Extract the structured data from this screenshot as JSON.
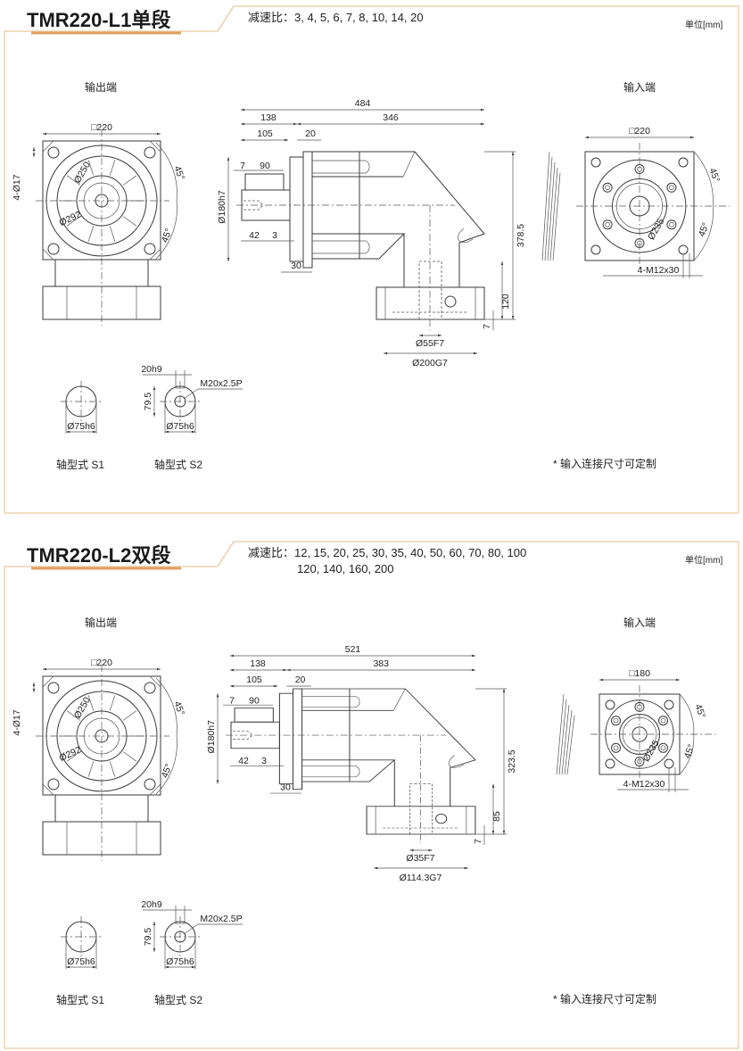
{
  "colors": {
    "frame": "#ebcaa0",
    "accent": "#e0a060",
    "line": "#3a3a3a"
  },
  "sections": [
    {
      "title": "TMR220-L1单段",
      "ratio_line1": "减速比：3, 4, 5, 6, 7, 8, 10, 14, 20",
      "ratio_line2": "",
      "unit": "单位[mm]",
      "output_label": "输出端",
      "input_label": "输入端",
      "output_view": {
        "square": "□220",
        "holes": "4-Ø17",
        "pcd": "Ø250",
        "flange": "Ø292",
        "angle_top": "45°",
        "angle_bottom": "45°"
      },
      "side_view": {
        "total": "484",
        "front": "138",
        "rear": "346",
        "shaft_len": "105",
        "flange_step": "20",
        "key_offset": "7",
        "key_len": "90",
        "pilot": "Ø180h7",
        "shaft_a": "42",
        "shaft_b": "3",
        "flange_thk": "30",
        "height": "378.5",
        "input_height": "120",
        "input_step": "7",
        "input_bore": "Ø55F7",
        "input_pilot": "Ø200G7"
      },
      "input_view": {
        "square": "□220",
        "pcd": "Ø235",
        "screws": "4-M12x30",
        "angle_top": "45°",
        "angle_bottom": "45°"
      },
      "shaft_s1": {
        "dia": "Ø75h6",
        "label": "轴型式 S1"
      },
      "shaft_s2": {
        "key": "20h9",
        "height": "79.5",
        "thread": "M20x2.5P",
        "dia": "Ø75h6",
        "label": "轴型式 S2"
      },
      "note": "*  输入连接尺寸可定制"
    },
    {
      "title": "TMR220-L2双段",
      "ratio_line1": "减速比：12, 15, 20, 25, 30, 35, 40, 50, 60, 70, 80, 100",
      "ratio_line2": "120, 140, 160, 200",
      "unit": "单位[mm]",
      "output_label": "输出端",
      "input_label": "输入端",
      "output_view": {
        "square": "□220",
        "holes": "4-Ø17",
        "pcd": "Ø250",
        "flange": "Ø292",
        "angle_top": "45°",
        "angle_bottom": "45°"
      },
      "side_view": {
        "total": "521",
        "front": "138",
        "rear": "383",
        "shaft_len": "105",
        "flange_step": "20",
        "key_offset": "7",
        "key_len": "90",
        "pilot": "Ø180h7",
        "shaft_a": "42",
        "shaft_b": "3",
        "flange_thk": "30",
        "height": "323.5",
        "input_height": "85",
        "input_step": "7",
        "input_bore": "Ø35F7",
        "input_pilot": "Ø114.3G7"
      },
      "input_view": {
        "square": "□180",
        "pcd": "Ø235",
        "screws": "4-M12x30",
        "angle_top": "45°",
        "angle_bottom": "45°"
      },
      "shaft_s1": {
        "dia": "Ø75h6",
        "label": "轴型式 S1"
      },
      "shaft_s2": {
        "key": "20h9",
        "height": "79.5",
        "thread": "M20x2.5P",
        "dia": "Ø75h6",
        "label": "轴型式 S2"
      },
      "note": "*  输入连接尺寸可定制"
    }
  ]
}
